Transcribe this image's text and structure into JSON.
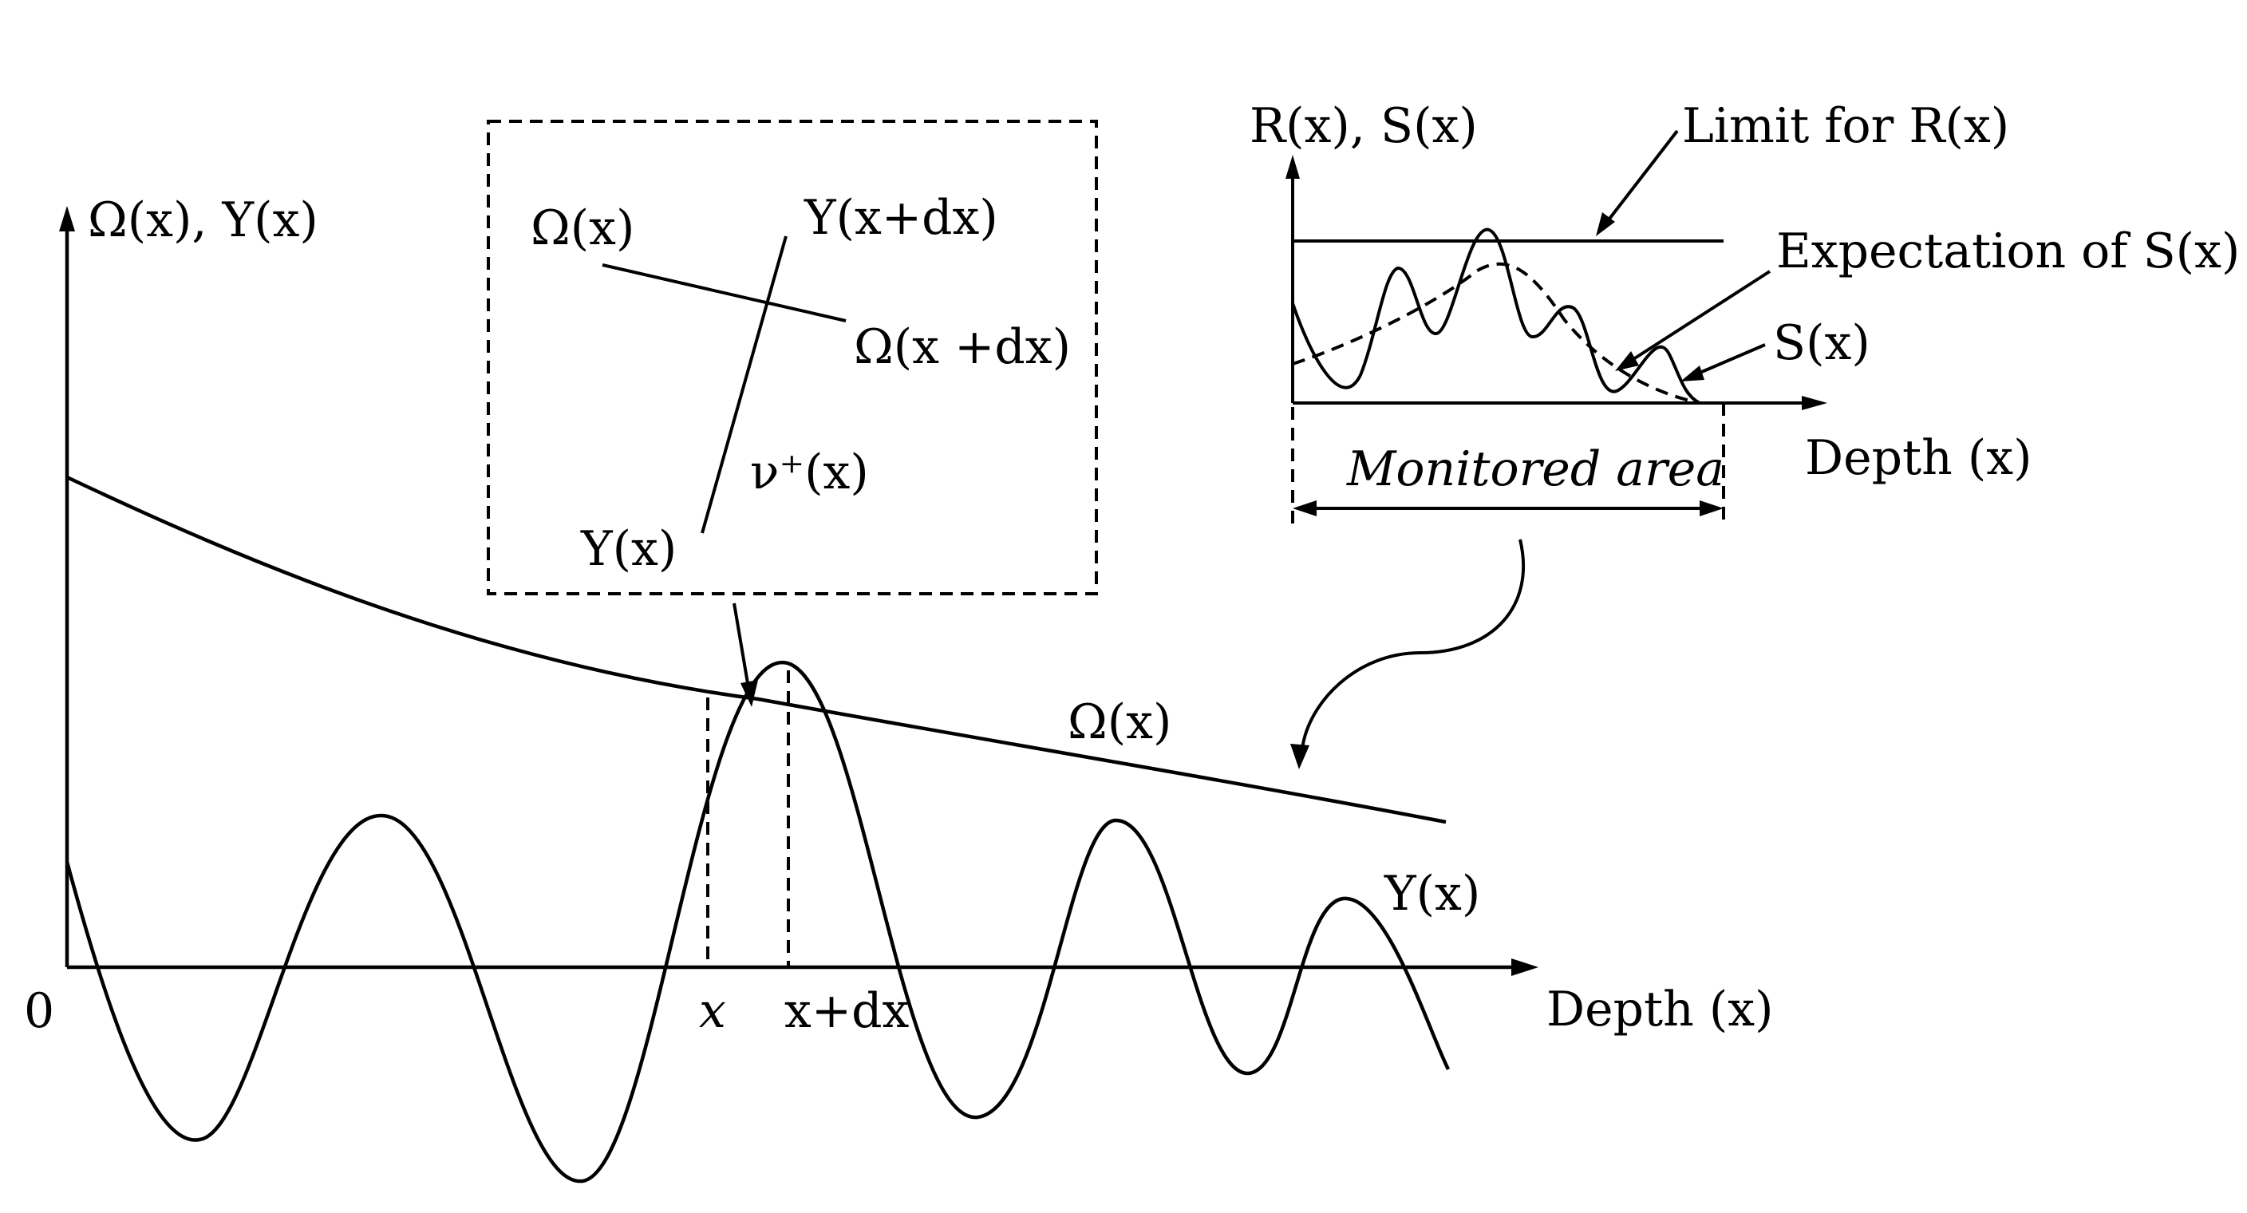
{
  "main_plot": {
    "y_axis_label": "Ω(x), Y(x)",
    "x_axis_label": "Depth (x)",
    "origin_label": "0",
    "tick_x": "x",
    "tick_x_dx": "x+dx",
    "omega_curve_label": "Ω(x)",
    "y_curve_label": "Y(x)"
  },
  "zoom_box": {
    "omega_x": "Ω(x)",
    "omega_x_dx": "Ω(x +dx)",
    "y_x_dx": "Y(x+dx)",
    "y_x": "Y(x)",
    "crossing_rate": "ν⁺(x)"
  },
  "inset": {
    "y_axis_label": "R(x), S(x)",
    "x_axis_label": "Depth (x)",
    "limit_label": "Limit for R(x)",
    "expectation_label": "Expectation of S(x)",
    "s_label": "S(x)",
    "monitored_label": "Monitored area"
  }
}
